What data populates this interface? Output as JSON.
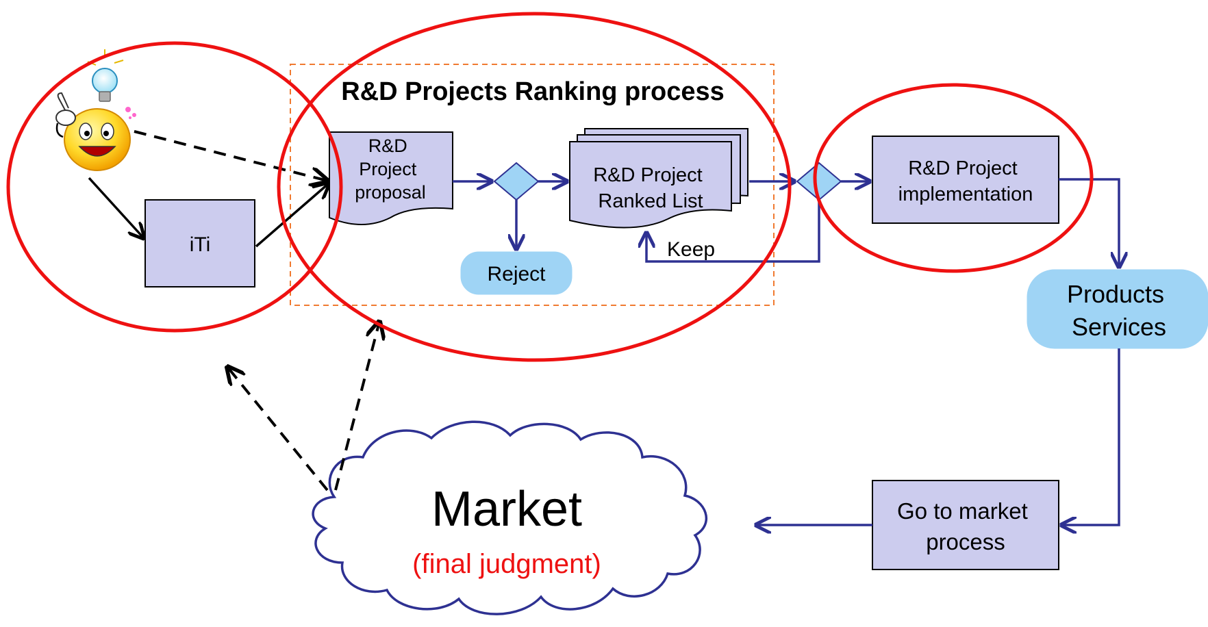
{
  "title": "R&D Projects Ranking process",
  "nodes": {
    "iti": "iTi",
    "proposal": [
      "R&D",
      "Project",
      "proposal"
    ],
    "ranked_list": [
      "R&D Project",
      "Ranked List"
    ],
    "reject": "Reject",
    "keep": "Keep",
    "implementation": [
      "R&D Project",
      "implementation"
    ],
    "products_services": [
      "Products",
      "Services"
    ],
    "go_to_market": [
      "Go to market",
      "process"
    ],
    "market": "Market",
    "market_note": "(final judgment)"
  },
  "icons": {
    "idea_person": "smiley-lightbulb-icon"
  },
  "colors": {
    "box_fill": "#ccccee",
    "box_stroke": "#000000",
    "flow_line": "#2e3192",
    "highlight_circle": "#ee1111",
    "rounded_fill": "#9fd4f5",
    "dashed_frame": "#f07a30",
    "market_note": "#ee1111"
  }
}
